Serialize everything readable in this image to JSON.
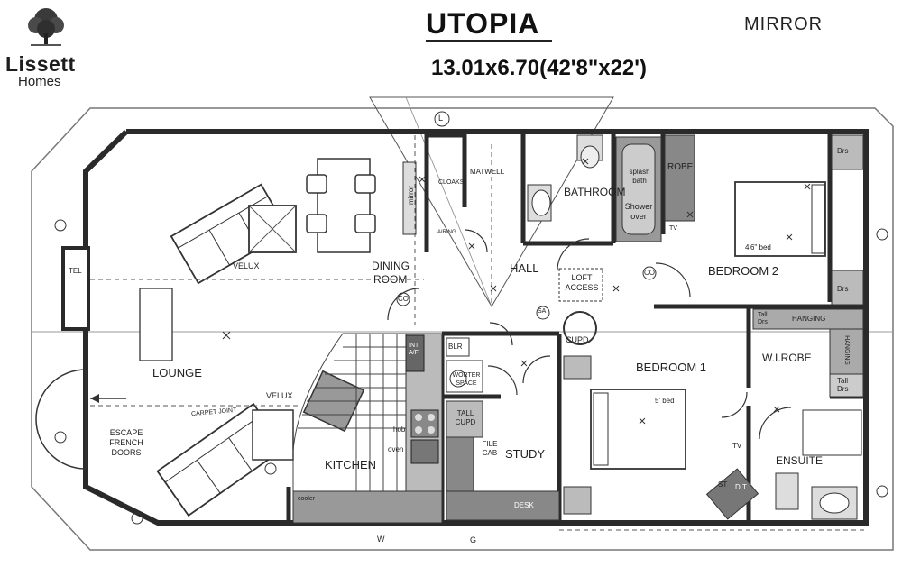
{
  "brand": {
    "name": "Lissett",
    "sub": "Homes"
  },
  "title": "UTOPIA",
  "variant": "MIRROR",
  "dimensions": "13.01x6.70(42'8\"x22')",
  "rooms": {
    "lounge": "LOUNGE",
    "dining": "DINING",
    "dining2": "ROOM",
    "kitchen": "KITCHEN",
    "hall": "HALL",
    "bathroom": "BATHROOM",
    "bedroom2": "BEDROOM 2",
    "bedroom1": "BEDROOM 1",
    "study": "STUDY",
    "ensuite": "ENSUITE",
    "wirobe": "W.I.ROBE"
  },
  "labels": {
    "escape1": "ESCAPE",
    "escape2": "FRENCH",
    "escape3": "DOORS",
    "velux1": "VELUX",
    "velux2": "VELUX",
    "carpet": "CARPET JOINT",
    "loft1": "LOFT",
    "loft2": "ACCESS",
    "cupd": "CUPD",
    "matwell": "MATWELL",
    "cloaks": "CLOAKS",
    "airing": "AIRING",
    "mirror": "mirror",
    "tel": "TEL",
    "splash1": "splash",
    "splash2": "bath",
    "shower1": "Shower",
    "shower2": "over",
    "robe": "ROBE",
    "bed2": "4'6\" bed",
    "bed1": "5' bed",
    "blr": "BLR",
    "worter1": "WORTER",
    "worter2": "SPACE",
    "tallcupd1": "TALL",
    "tallcupd2": "CUPD",
    "filecab1": "FILE",
    "filecab2": "CAB",
    "desk": "DESK",
    "hob": "hob",
    "oven": "oven",
    "intair1": "INT",
    "intair2": "A/F",
    "hanging1": "HANGING",
    "hanging2": "HANGING",
    "tall1": "Tall",
    "tall2": "Drs",
    "tall3": "Tall",
    "tall4": "Drs",
    "drs1": "Drs",
    "drs2": "Drs",
    "dt": "D.T",
    "st": "ST",
    "tv": "TV",
    "tv2": "TV",
    "co": "CO",
    "co2": "CO",
    "sa": "SA",
    "l": "L",
    "w": "W",
    "g": "G",
    "cooler": "cooler"
  },
  "colors": {
    "wall": "#2a2a2a",
    "unit": "#6a6a6a",
    "light": "#c8c8c8"
  }
}
